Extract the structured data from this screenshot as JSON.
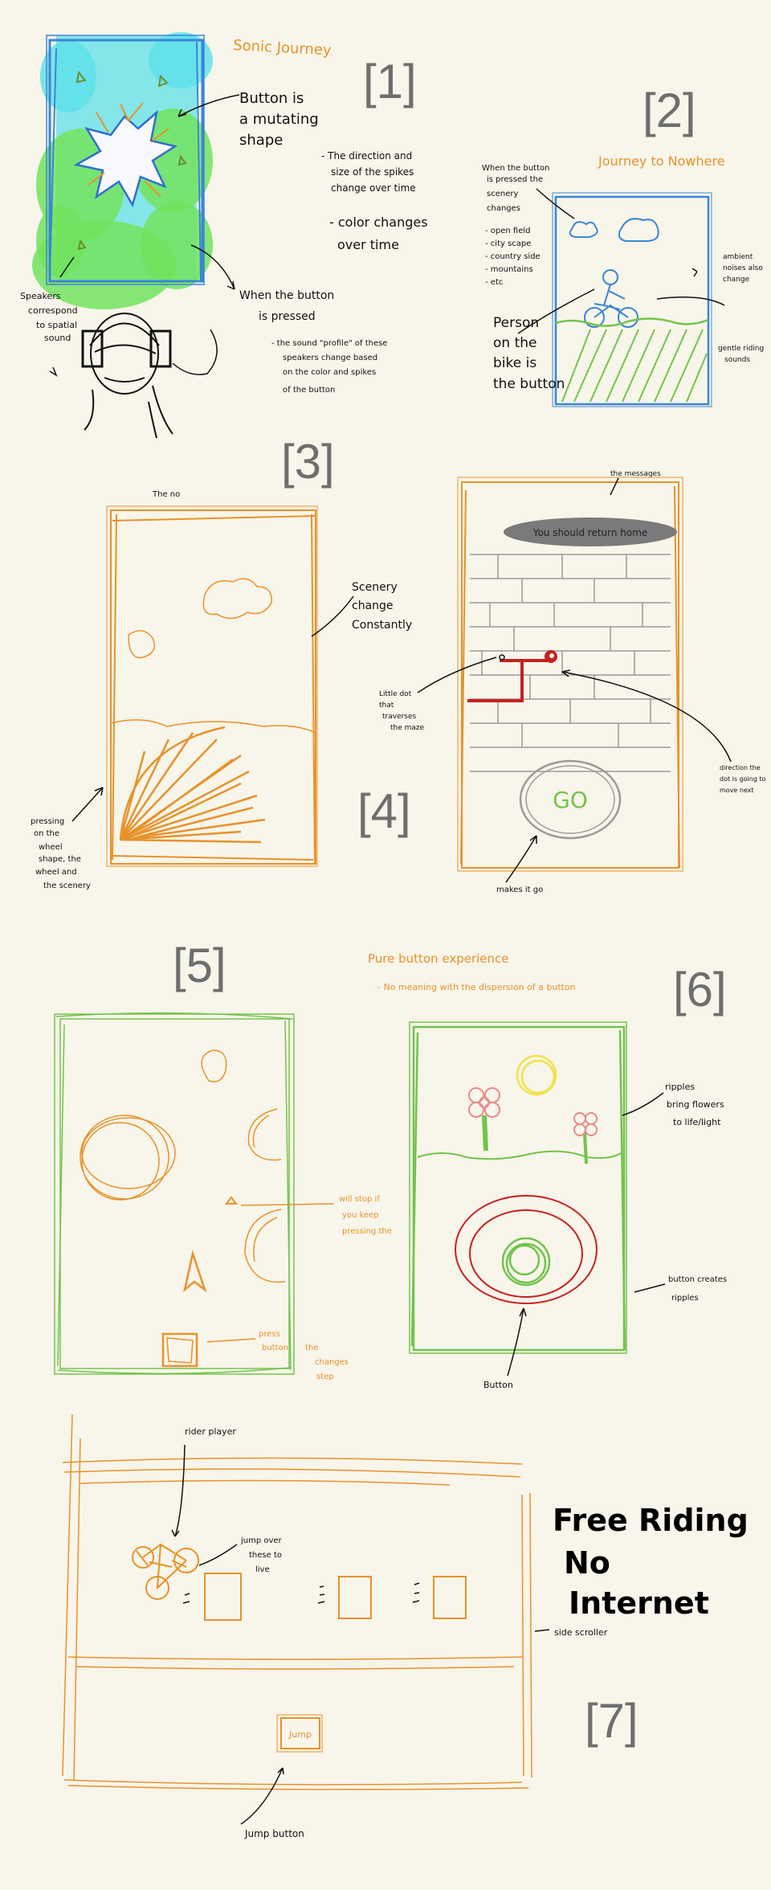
{
  "colors": {
    "background": "#f8f5ea",
    "ink": "#111111",
    "orange": "#e8922a",
    "green": "#72c44c",
    "blue": "#3a86d6",
    "cyan": "#5de0e8",
    "red": "#c72020",
    "gray": "#8a8a8a",
    "number": "#6e6e6e"
  },
  "sketches": {
    "s1": {
      "number": "[1]",
      "title": "Sonic Journey",
      "note_button": [
        "Button is",
        "a mutating",
        "shape"
      ],
      "note_direction": [
        "- The direction and",
        "size of the spikes",
        "change over time"
      ],
      "note_color": [
        "- color changes",
        "over time"
      ],
      "note_pressed": [
        "When the button",
        "is pressed"
      ],
      "note_profile": [
        "- the sound \"profile\" of these",
        "speakers change based",
        "on the color and spikes",
        "of the button"
      ],
      "note_speakers": [
        "Speakers",
        "correspond",
        "to spatial",
        "sound"
      ]
    },
    "s2": {
      "number": "[2]",
      "title": "Journey to Nowhere",
      "note_pressed": [
        "When the button",
        "is pressed the",
        "scenery",
        "changes"
      ],
      "list": [
        "- open field",
        "- city scape",
        "- country side",
        "- mountains",
        "- etc"
      ],
      "note_person": [
        "Person",
        "on the",
        "bike is",
        "the button"
      ],
      "note_ambient": [
        "ambient",
        "noises also",
        "change"
      ],
      "note_riding": [
        "gentle riding",
        "sounds"
      ]
    },
    "s3": {
      "number": "[3]",
      "top_note": "The no",
      "note_scenery": [
        "Scenery",
        "change",
        "Constantly"
      ],
      "note_pressing": [
        "pressing",
        "on the",
        "wheel",
        "shape, the",
        "wheel and",
        "the scenery"
      ]
    },
    "s4": {
      "number": "[4]",
      "note_messages": "the messages",
      "banner": "You should return home",
      "note_dot": [
        "Little dot",
        "that",
        "traverses",
        "the maze"
      ],
      "note_direction": [
        "direction the",
        "dot is going to",
        "move next"
      ],
      "go_label": "GO",
      "note_makes": "makes it go"
    },
    "s5": {
      "number": "[5]",
      "title": "Pure button experience",
      "subtitle": "- No meaning with the dispersion of a button",
      "note_step": [
        "will stop if",
        "you keep",
        "pressing the"
      ],
      "note_press": [
        "press",
        "button",
        "the",
        "changes",
        "step"
      ]
    },
    "s6": {
      "number": "[6]",
      "note_ripples": [
        "ripples",
        "bring flowers",
        "to life/light"
      ],
      "note_button_ripples": [
        "button creates",
        "ripples"
      ],
      "note_button": "Button"
    },
    "s7": {
      "number": "[7]",
      "note_rider": "rider player",
      "note_jump": [
        "jump over",
        "these to",
        "live"
      ],
      "note_scroller": "side scroller",
      "jump_button": "Jump",
      "note_jump_button": "Jump button",
      "free_riding": [
        "Free Riding",
        "No",
        "Internet"
      ]
    }
  }
}
